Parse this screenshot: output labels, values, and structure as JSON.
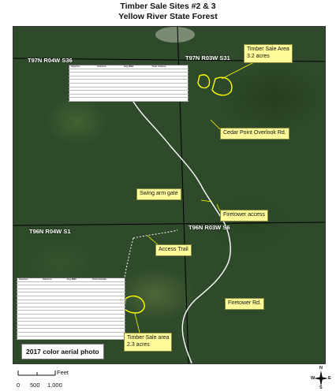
{
  "title": {
    "line1": "Timber Sale Sites #2 & 3",
    "line2": "Yellow River State Forest"
  },
  "grid_labels": {
    "nw": "T97N R04W S36",
    "ne": "T97N R03W S31",
    "sw": "T96N R04W S1",
    "se": "T96N R03W S6"
  },
  "callouts": {
    "timber_sale_area_1": {
      "line1": "Timber Sale Area",
      "line2": "3.2 acres"
    },
    "cedar_point": "Cedar Point Overlook Rd.",
    "swing_arm_gate": "Swing arm gate",
    "firetower_access": "Firetower access",
    "access_trail": "Access Trail",
    "firetower_rd": "Firetower Rd.",
    "timber_sale_area_2": {
      "line1": "Timber Sale area",
      "line2": "2.3 acres"
    }
  },
  "photo_label": "2017 color aerial photo",
  "scale": {
    "unit": "Feet",
    "ticks": [
      "0",
      "500",
      "1,000"
    ]
  },
  "north_arrow": {
    "n": "N",
    "s": "S",
    "e": "E",
    "w": "W"
  },
  "colors": {
    "callout_fill": "#fffb9a",
    "boundary": "#ffff00",
    "road": "#ffffff",
    "forest": "#2f4a2b"
  }
}
